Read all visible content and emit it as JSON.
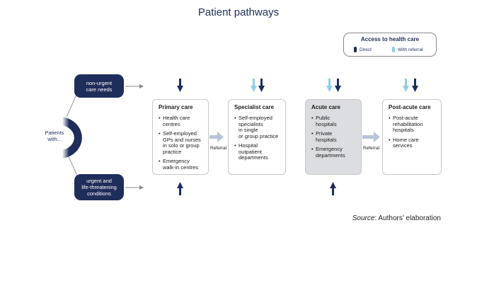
{
  "title": "Patient pathways",
  "legend": {
    "title": "Access to health care",
    "direct_label": "Direct",
    "referral_label": "With referral",
    "direct_color": "#1f2d5a",
    "referral_color": "#8fcde8"
  },
  "patients_label": "Patients\nwith...",
  "conditions": {
    "non_urgent": "non-urgent\ncare needs",
    "urgent": "urgent and\nlife-threatening\nconditions"
  },
  "boxes": [
    {
      "title": "Primary care",
      "items": [
        "Health care\ncentres",
        "Self-employed\nGPs and nurses\nin solo or group\npractice",
        "Emergency\nwalk-in centres"
      ]
    },
    {
      "title": "Specialist care",
      "items": [
        "Self-employed\nspecialists\nin single\nor group practice",
        "Hospital\noutpatient\ndepartments"
      ]
    },
    {
      "title": "Acute care",
      "items": [
        "Public\nhospitals",
        "Private\nhospitals",
        "Emergency\ndepartments"
      ]
    },
    {
      "title": "Post-acute care",
      "items": [
        "Post-acute\nrehabilitation\nhospitals",
        "Home care\nservices"
      ]
    }
  ],
  "referral_label": "Referral",
  "source": {
    "label": "Source",
    "text": ": Authors’ elaboration"
  }
}
